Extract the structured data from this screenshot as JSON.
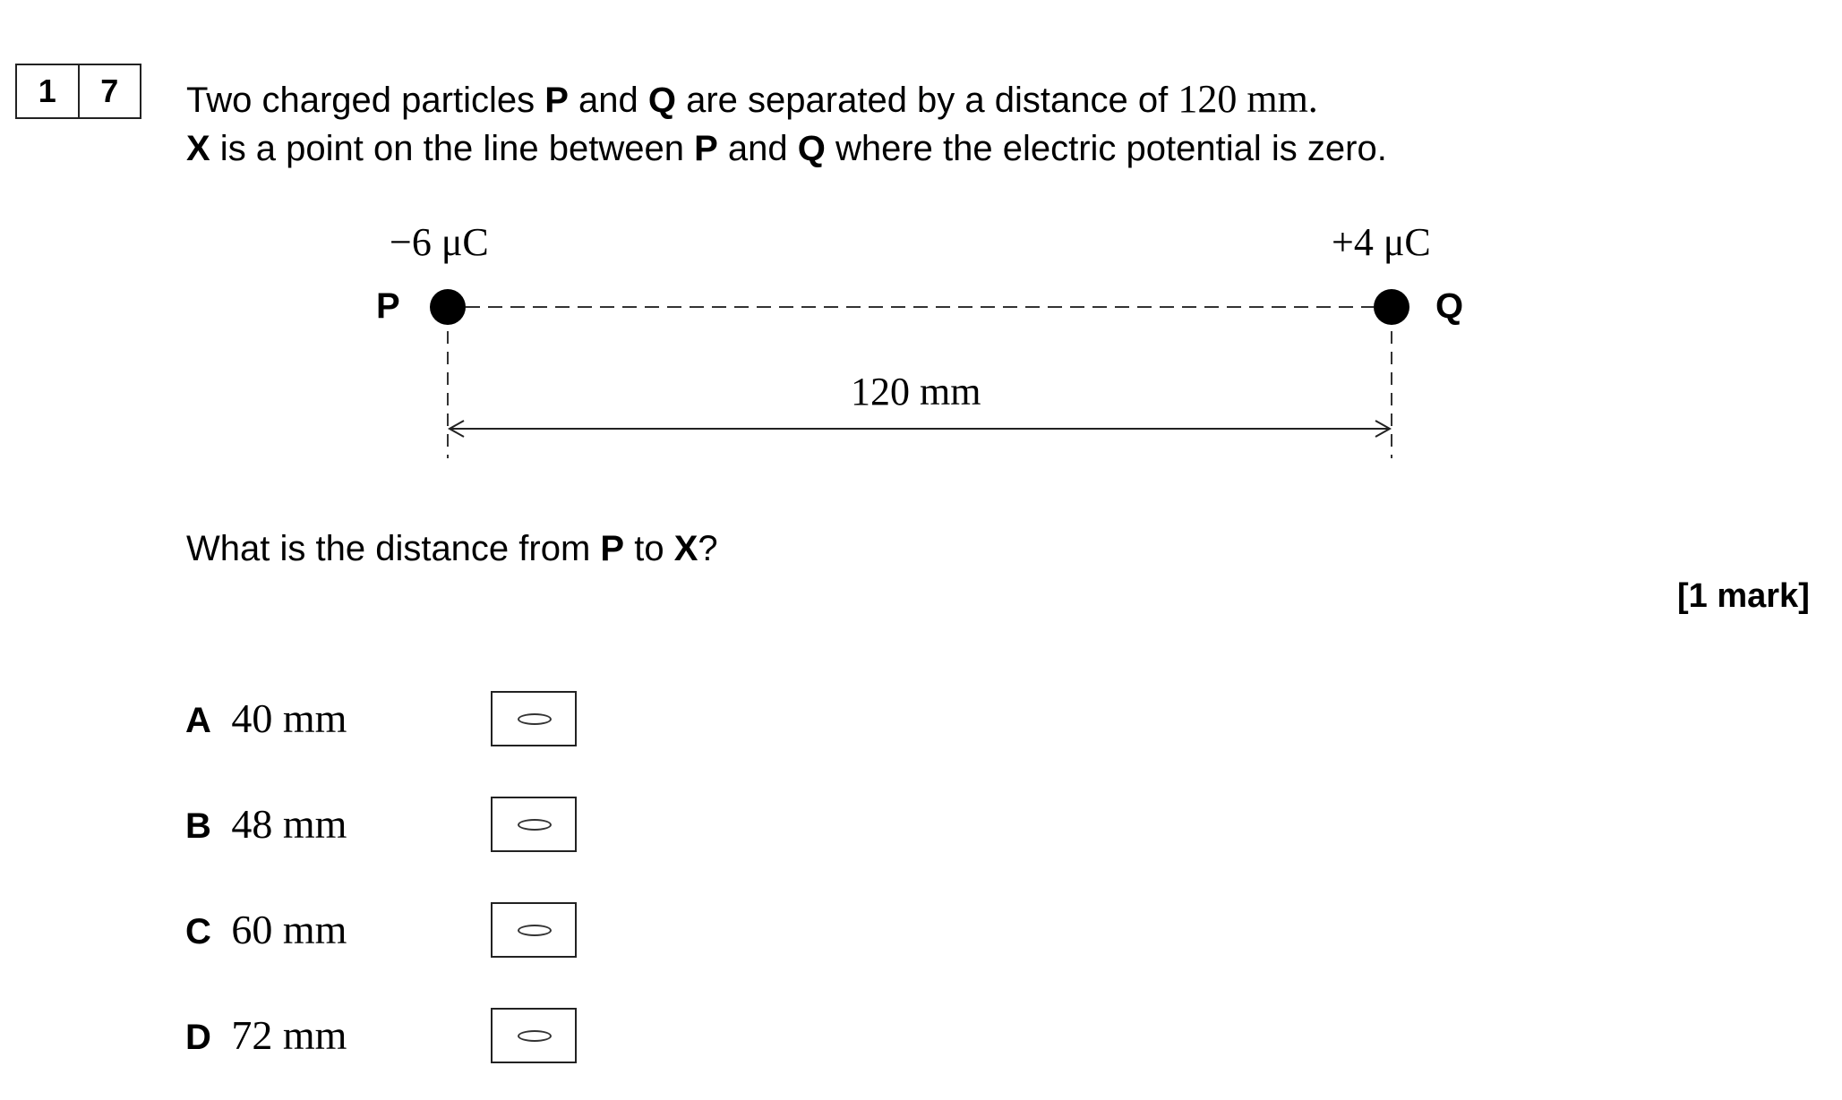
{
  "question": {
    "number_digits": [
      "1",
      "7"
    ],
    "intro_line1": {
      "t1": "Two charged particles ",
      "p": "P",
      "t2": " and ",
      "q": "Q",
      "t3": " are separated by a distance of ",
      "distance": "120 mm",
      "t4": "."
    },
    "intro_line2": {
      "x": "X",
      "t1": " is a point on the line between ",
      "p": "P",
      "t2": " and ",
      "q": "Q",
      "t3": " where the electric potential is zero."
    },
    "prompt": {
      "t1": "What is the distance from ",
      "p": "P",
      "t2": " to ",
      "x": "X",
      "t3": "?"
    },
    "marks": "[1 mark]"
  },
  "diagram": {
    "particle_p": {
      "label": "P",
      "charge": "−6 μC"
    },
    "particle_q": {
      "label": "Q",
      "charge": "+4 μC"
    },
    "separation_label": "120 mm"
  },
  "options": [
    {
      "letter": "A",
      "value": "40 mm"
    },
    {
      "letter": "B",
      "value": "48 mm"
    },
    {
      "letter": "C",
      "value": "60 mm"
    },
    {
      "letter": "D",
      "value": "72 mm"
    }
  ]
}
